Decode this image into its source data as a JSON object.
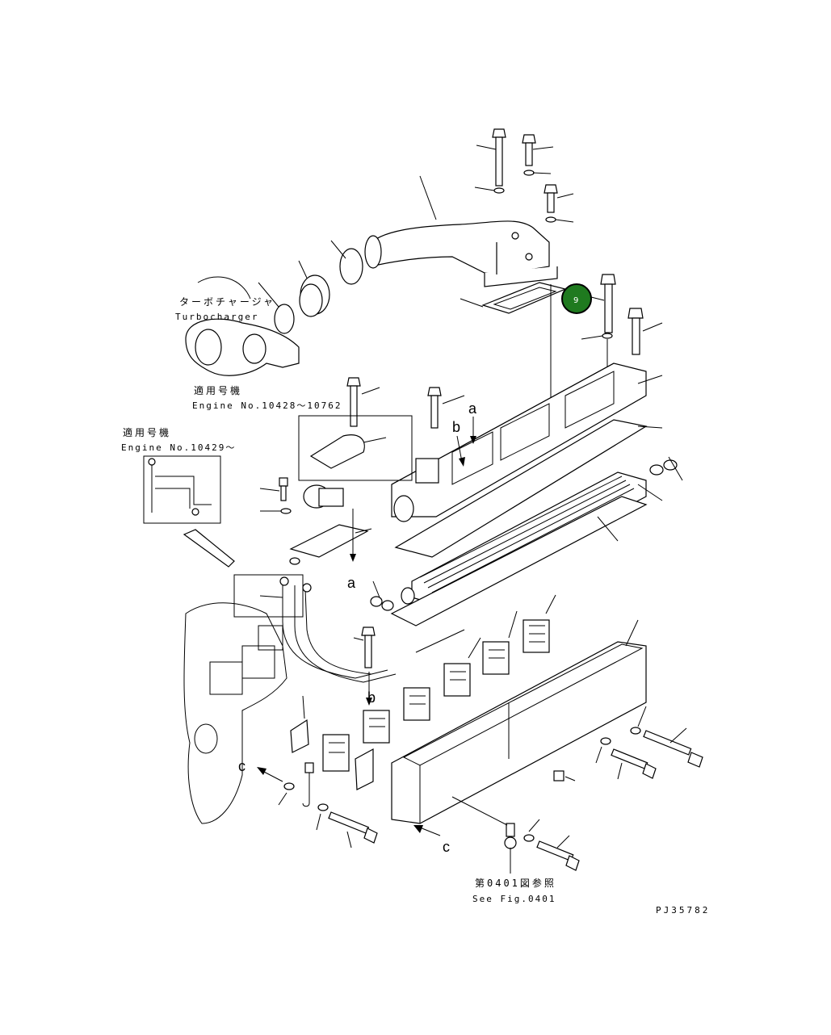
{
  "labels": {
    "turbo_ja": "ターボチャージャ",
    "turbo_en": "Turbocharger",
    "applic1_ja": "適用号機",
    "applic1_en": "Engine No.10428～10762",
    "applic2_ja": "適用号機",
    "applic2_en": "Engine No.10429～",
    "see_ja": "第0401図参照",
    "see_en": "See Fig.0401",
    "code": "PJ35782"
  },
  "refs": {
    "a_top": "a",
    "a_bottom": "a",
    "b_top": "b",
    "b_bottom": "b",
    "c_left": "c",
    "c_right": "c"
  },
  "marker": {
    "label": "9",
    "fill": "#1f7a1f",
    "stroke": "#000000"
  }
}
